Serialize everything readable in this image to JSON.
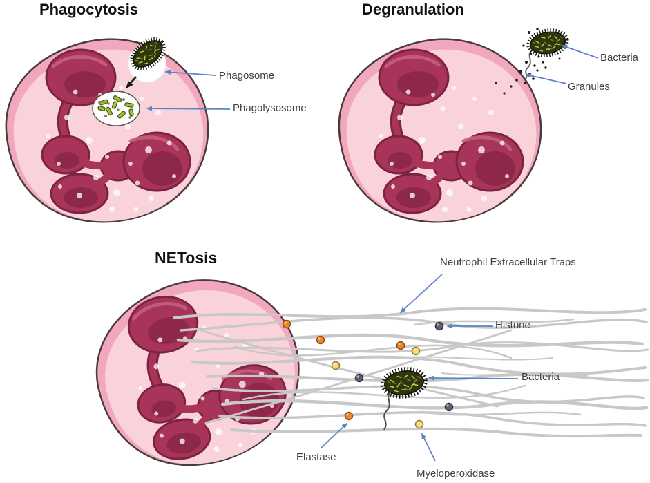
{
  "figure": {
    "panels": {
      "phagocytosis": {
        "title": "Phagocytosis",
        "labels": {
          "phagosome": "Phagosome",
          "phagolysosome": "Phagolysosome"
        }
      },
      "degranulation": {
        "title": "Degranulation",
        "labels": {
          "bacteria": "Bacteria",
          "granules": "Granules"
        }
      },
      "netosis": {
        "title": "NETosis",
        "labels": {
          "nets": "Neutrophil Extracellular Traps",
          "histone": "Histone",
          "bacteria": "Bacteria",
          "elastase": "Elastase",
          "myeloperoxidase": "Myeloperoxidase"
        }
      }
    },
    "colors": {
      "cell_membrane": "#4b3a40",
      "cell_rim": "#f2a8bc",
      "cytoplasm": "#f9d2da",
      "nucleus": "#a83459",
      "nucleus_dark": "#8e2848",
      "nucleus_highlight": "#c25f7e",
      "net_fiber": "#c8c8c8",
      "arrow_blue": "#5b84c6",
      "bacteria_body": "#31350f",
      "elastase_dot": "#ef8327",
      "myeloperoxidase_dot": "#f8da78",
      "histone_dot": "#5f5f73",
      "granule_dot": "#1b1b1b"
    }
  }
}
